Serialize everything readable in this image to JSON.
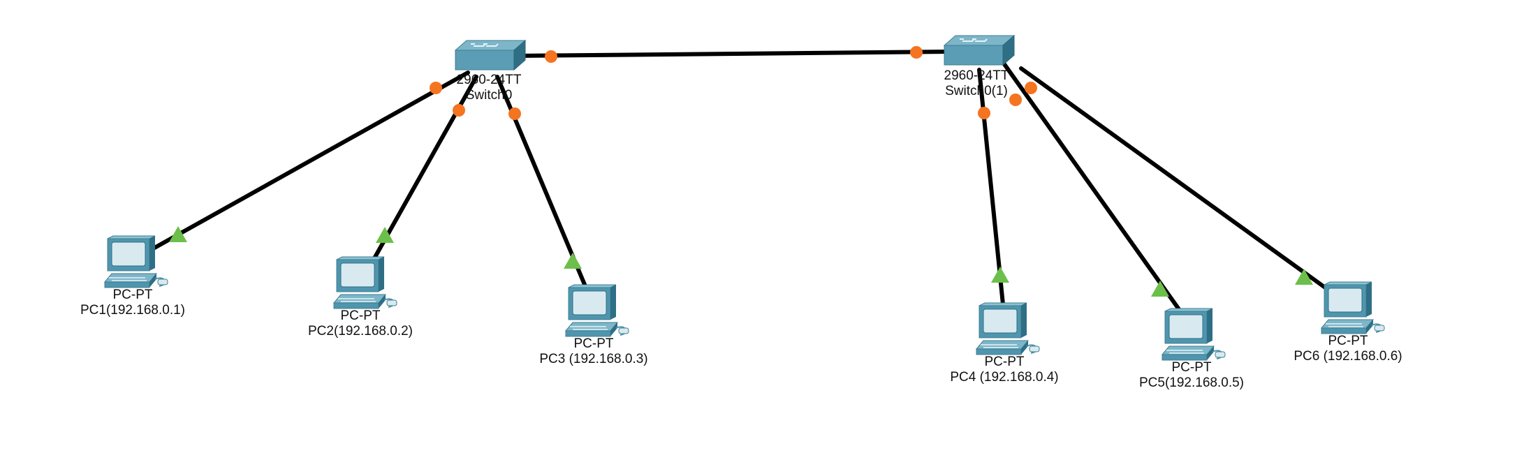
{
  "colors": {
    "link": "#000000",
    "port_switch": "#f5741f",
    "port_pc": "#6cbf4a",
    "device_body": "#4a90a8"
  },
  "switches": [
    {
      "id": "sw0",
      "model": "2960-24TT",
      "name": "Switch0",
      "icon": "switch-icon"
    },
    {
      "id": "sw1",
      "model": "2960-24TT",
      "name": "Switch0(1)",
      "icon": "switch-icon"
    }
  ],
  "pcs": [
    {
      "id": "pc1",
      "model": "PC-PT",
      "name": "PC1(192.168.0.1)",
      "icon": "pc-icon"
    },
    {
      "id": "pc2",
      "model": "PC-PT",
      "name": "PC2(192.168.0.2)",
      "icon": "pc-icon"
    },
    {
      "id": "pc3",
      "model": "PC-PT",
      "name": "PC3 (192.168.0.3)",
      "icon": "pc-icon"
    },
    {
      "id": "pc4",
      "model": "PC-PT",
      "name": "PC4 (192.168.0.4)",
      "icon": "pc-icon"
    },
    {
      "id": "pc5",
      "model": "PC-PT",
      "name": "PC5(192.168.0.5)",
      "icon": "pc-icon"
    },
    {
      "id": "pc6",
      "model": "PC-PT",
      "name": "PC6 (192.168.0.6)",
      "icon": "pc-icon"
    }
  ],
  "links": [
    {
      "from": "sw0",
      "to": "sw1"
    },
    {
      "from": "sw0",
      "to": "pc1"
    },
    {
      "from": "sw0",
      "to": "pc2"
    },
    {
      "from": "sw0",
      "to": "pc3"
    },
    {
      "from": "sw1",
      "to": "pc4"
    },
    {
      "from": "sw1",
      "to": "pc5"
    },
    {
      "from": "sw1",
      "to": "pc6"
    }
  ]
}
